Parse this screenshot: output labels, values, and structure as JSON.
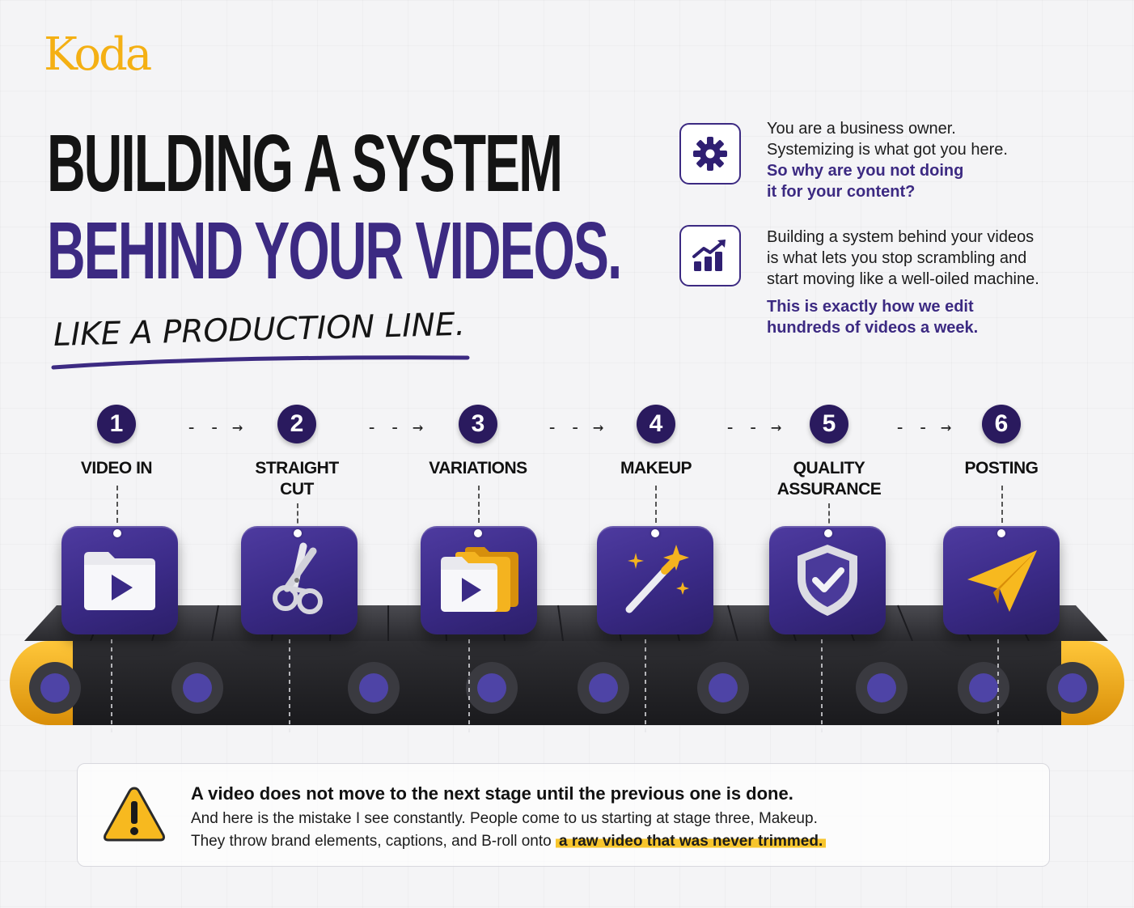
{
  "brand": {
    "logo": "Koda",
    "accent": "#f4b014",
    "primary": "#3c2a82"
  },
  "headline": {
    "line1": "BUILDING A SYSTEM",
    "line2": "BEHIND YOUR VIDEOS."
  },
  "subhead": "LIKE A PRODUCTION LINE.",
  "info": [
    {
      "icon": "gear-icon",
      "lines": [
        "You are a business owner.",
        "Systemizing is what got you here."
      ],
      "strong": [
        "So why are you not doing",
        "it for your content?"
      ]
    },
    {
      "icon": "growth-chart-icon",
      "lines": [
        "Building a system behind your videos",
        "is what lets you stop scrambling and",
        "start moving like a well-oiled machine."
      ],
      "strong": [
        "This is exactly how we edit",
        "hundreds of videos a week."
      ]
    }
  ],
  "stages": [
    {
      "number": "1",
      "label": "VIDEO IN",
      "icon": "video-folder-icon"
    },
    {
      "number": "2",
      "label": "STRAIGHT CUT",
      "icon": "scissors-icon"
    },
    {
      "number": "3",
      "label": "VARIATIONS",
      "icon": "multiple-video-folders-icon"
    },
    {
      "number": "4",
      "label": "MAKEUP",
      "icon": "magic-wand-icon"
    },
    {
      "number": "5",
      "label": "QUALITY ASSURANCE",
      "icon": "shield-check-icon"
    },
    {
      "number": "6",
      "label": "POSTING",
      "icon": "paper-plane-icon"
    }
  ],
  "callout": {
    "icon": "warning-icon",
    "title": "A video does not move to the next stage until the previous one is done.",
    "line2": "And here is the mistake I see constantly. People come to us starting at stage three, Makeup.",
    "line3": "They throw brand elements, captions, and B-roll onto",
    "highlight": "a raw video that was never trimmed."
  }
}
